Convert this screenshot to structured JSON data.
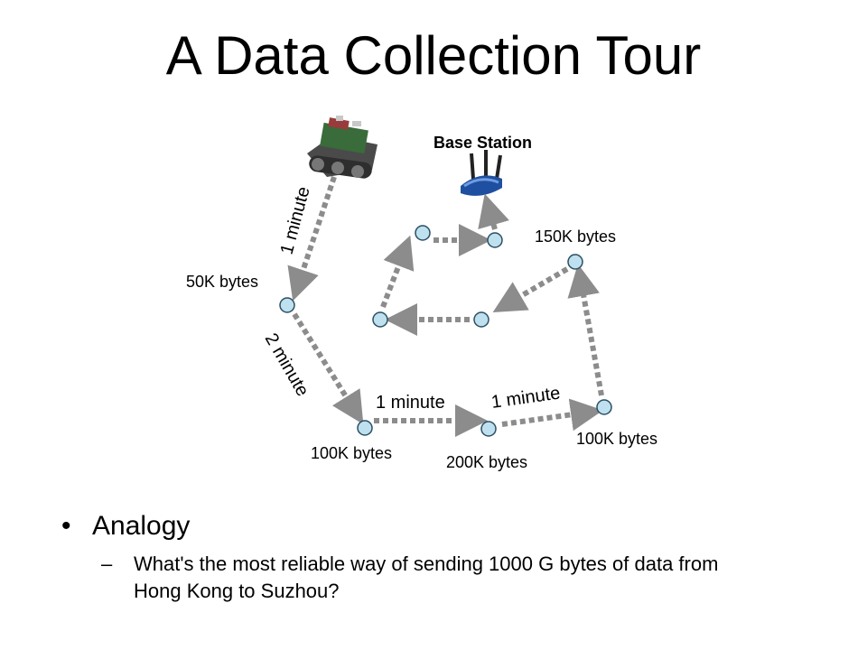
{
  "title": "A Data Collection Tour",
  "diagram": {
    "base_station_label": "Base Station",
    "node_labels": [
      "50K bytes",
      "100K bytes",
      "200K bytes",
      "100K bytes",
      "150K bytes"
    ],
    "edge_labels": [
      "1 minute",
      "2 minute",
      "1 minute",
      "1 minute"
    ],
    "icons": [
      "robot-car-icon",
      "wireless-router-icon"
    ],
    "colors": {
      "node_fill": "#bfe0ef",
      "node_stroke": "#2b4f63",
      "arrow": "#8c8c8c"
    }
  },
  "bullets": {
    "main": "Analogy",
    "sub": "What's the most reliable way of sending 1000 G bytes of data from Hong Kong to Suzhou?"
  }
}
